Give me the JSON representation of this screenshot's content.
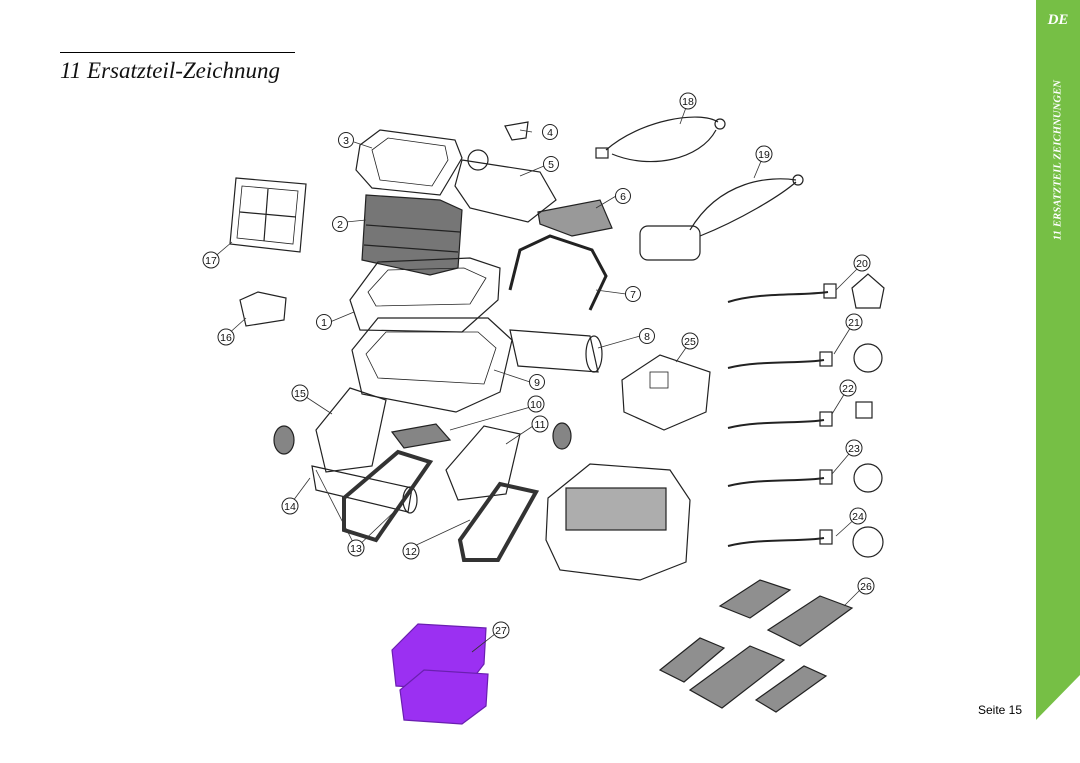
{
  "page": {
    "title": "11 Ersatzteil-Zeichnung",
    "side_tab_language": "DE",
    "side_tab_section": "11 ERSATZTEIL ZEICHNUNGEN",
    "page_number": "Seite 15"
  },
  "colors": {
    "accent_green": "#76bf45",
    "highlight_purple": "#9b30f2",
    "line": "#222222"
  },
  "callouts": [
    "1",
    "2",
    "3",
    "4",
    "5",
    "6",
    "7",
    "8",
    "9",
    "10",
    "11",
    "12",
    "13",
    "14",
    "15",
    "16",
    "17",
    "18",
    "19",
    "20",
    "21",
    "22",
    "23",
    "24",
    "25",
    "26",
    "27"
  ]
}
